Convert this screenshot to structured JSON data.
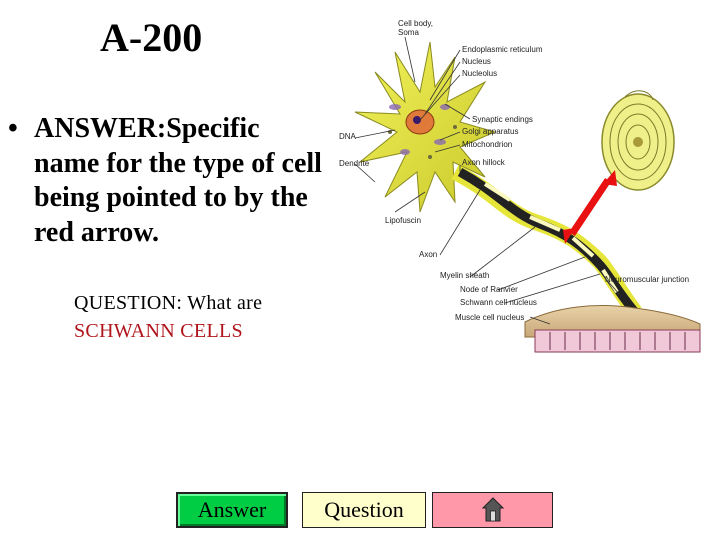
{
  "slide": {
    "title": "A-200",
    "bullet_marker": "•",
    "answer_text": "ANSWER:Specific name for the type of cell being pointed to by the red arrow.",
    "question_prefix": "QUESTION: What are",
    "question_answer": "SCHWANN CELLS"
  },
  "diagram": {
    "labels": {
      "cell_body": "Cell body,",
      "soma": "Soma",
      "er": "Endoplasmic reticulum",
      "nucleus": "Nucleus",
      "nucleolus": "Nucleolus",
      "synaptic": "Synaptic endings",
      "golgi": "Golgi apparatus",
      "mito": "Mitochondrion",
      "axon_hillock": "Axon hillock",
      "dna": "DNA",
      "dendrite": "Dendrite",
      "lipofuscin": "Lipofuscin",
      "axon": "Axon",
      "myelin": "Myelin sheath",
      "nmj": "Neuromuscular junction",
      "ranvier": "Node of Ranvier",
      "schwann_nucleus": "Schwann cell nucleus",
      "muscle_nucleus": "Muscle cell nucleus"
    },
    "colors": {
      "arrow": "#e81010",
      "cell": "#e6e63a",
      "axon": "#2a2a1a"
    }
  },
  "nav": {
    "answer_label": "Answer",
    "question_label": "Question",
    "home_icon": "house-icon"
  }
}
